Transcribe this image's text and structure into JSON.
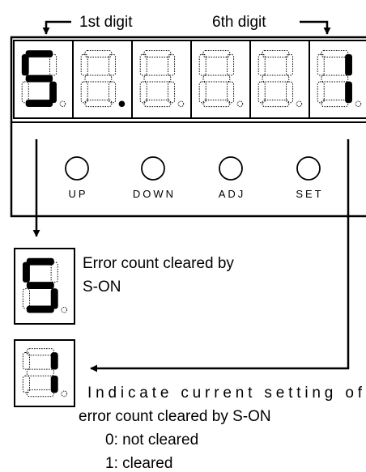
{
  "header": {
    "first_digit_label": "1st digit",
    "sixth_digit_label": "6th digit"
  },
  "panel": {
    "display": {
      "digits": [
        {
          "position": 1,
          "shown": "S",
          "lit_segments": [
            "a",
            "f",
            "g",
            "c",
            "d"
          ],
          "dot_lit": false
        },
        {
          "position": 2,
          "shown": "blank",
          "lit_segments": [],
          "dot_lit": true
        },
        {
          "position": 3,
          "shown": "blank",
          "lit_segments": [],
          "dot_lit": false
        },
        {
          "position": 4,
          "shown": "blank",
          "lit_segments": [],
          "dot_lit": false
        },
        {
          "position": 5,
          "shown": "blank",
          "lit_segments": [],
          "dot_lit": false
        },
        {
          "position": 6,
          "shown": "1",
          "lit_segments": [
            "b",
            "c"
          ],
          "dot_lit": false
        }
      ]
    },
    "buttons": [
      "UP",
      "DOWN",
      "ADJ",
      "SET"
    ]
  },
  "legend": {
    "item1": {
      "digit_shown": "S",
      "lit_segments": [
        "a",
        "f",
        "g",
        "c",
        "d"
      ],
      "line1": "Error count cleared by",
      "line2": "S-ON"
    },
    "item2": {
      "digit_shown": "1",
      "lit_segments": [
        "b",
        "c"
      ],
      "line1": "Indicate  current  setting  of",
      "line2": "error count cleared by S-ON",
      "option0": "0: not cleared",
      "option1": "1: cleared"
    }
  }
}
